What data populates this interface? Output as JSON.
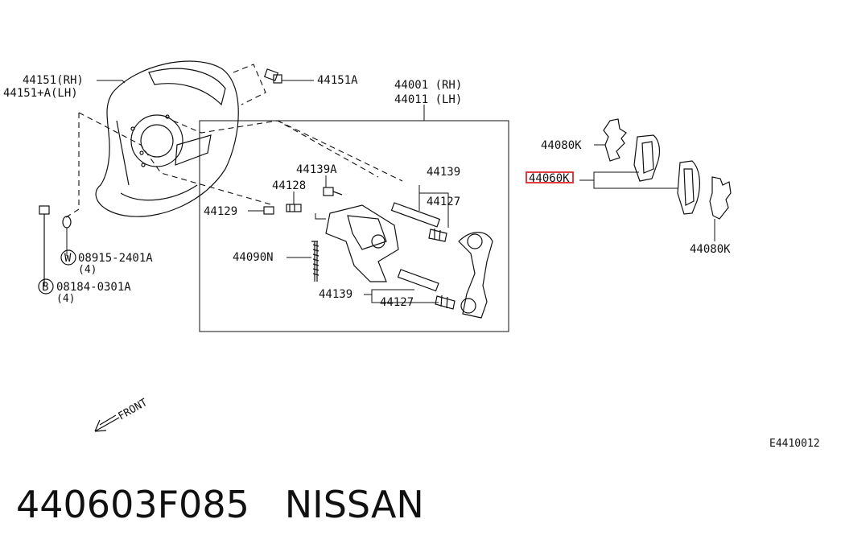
{
  "labels": {
    "backing_plate": "44151(RH)",
    "backing_plate_lh": "44151+A(LH)",
    "bolt_44151a": "44151A",
    "caliper_rh": "44001 (RH)",
    "caliper_lh": "44011 (LH)",
    "bleeder_cap": "44139A",
    "bleeder": "44128",
    "plug": "44129",
    "spring": "44090N",
    "pin_top": "44139",
    "boot_top": "44127",
    "pin_bottom": "44139",
    "boot_bottom": "44127",
    "washer": "08915-2401A",
    "washer_qty": "(4)",
    "bolt": "08184-0301A",
    "bolt_qty": "(4)",
    "shim_top": "44080K",
    "pad_kit": "44060K",
    "shim_bottom": "44080K",
    "front": "FRONT",
    "circle_w": "W",
    "circle_b": "B"
  },
  "highlight_color": "#e0262b",
  "diagram_code": "E4410012",
  "footer": {
    "part_number": "440603F085",
    "brand": "NISSAN"
  }
}
